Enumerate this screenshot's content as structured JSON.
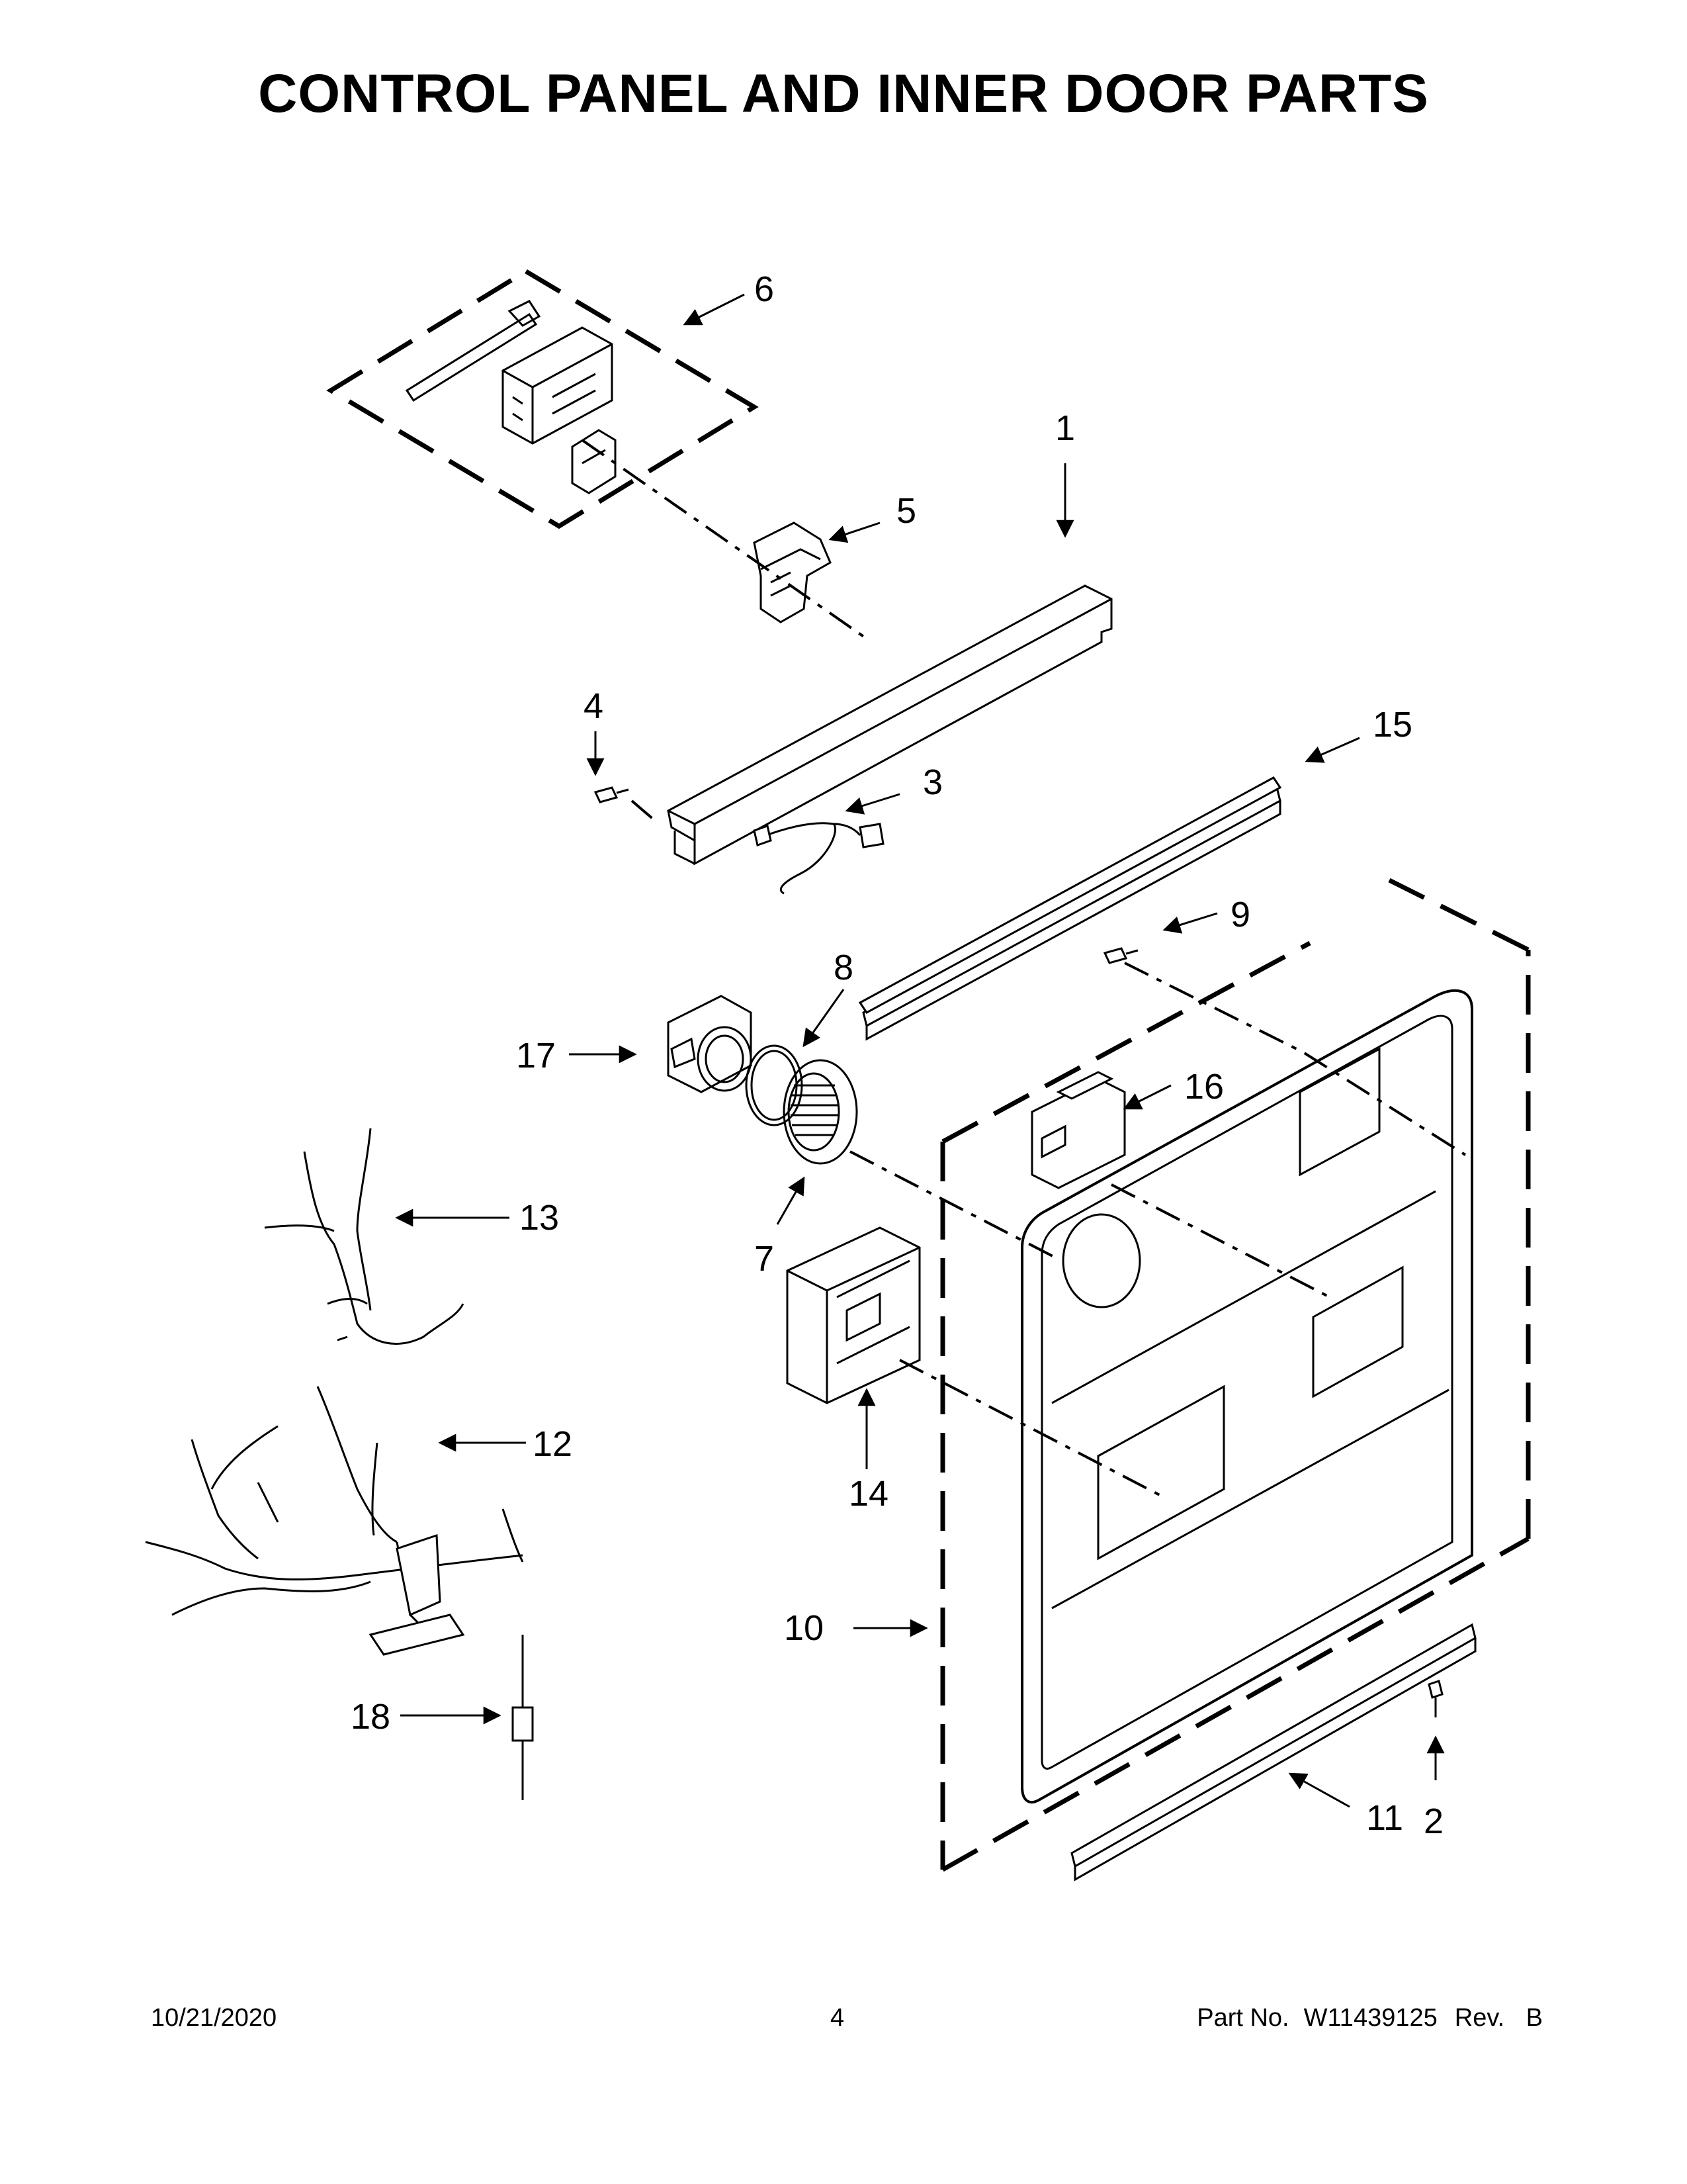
{
  "title": "CONTROL PANEL AND INNER DOOR PARTS",
  "callouts": {
    "p1": "1",
    "p2": "2",
    "p3": "3",
    "p4": "4",
    "p5": "5",
    "p6": "6",
    "p7": "7",
    "p8": "8",
    "p9": "9",
    "p10": "10",
    "p11": "11",
    "p12": "12",
    "p13": "13",
    "p14": "14",
    "p15": "15",
    "p16": "16",
    "p17": "17",
    "p18": "18"
  },
  "footer": {
    "date": "10/21/2020",
    "page": "4",
    "part_label": "Part No.",
    "part_number": "W11439125",
    "rev_label": "Rev.",
    "rev": "B"
  }
}
